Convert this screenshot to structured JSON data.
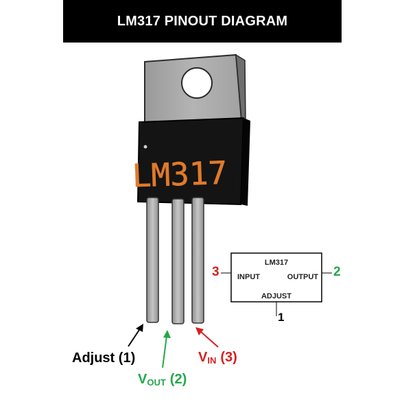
{
  "title": "LM317 PINOUT DIAGRAM",
  "chip": {
    "marking": "LM317",
    "marking_color": "#e07a2a",
    "body_color": "#141414",
    "tab_color": "#a8a8a8"
  },
  "pins": {
    "adjust": {
      "name": "Adjust",
      "number": "(1)",
      "color": "#000000"
    },
    "vout": {
      "symbol": "V",
      "subscript": "OUT",
      "number": "(2)",
      "color": "#22a84a"
    },
    "vin": {
      "symbol": "V",
      "subscript": "IN",
      "number": "(3)",
      "color": "#d62020"
    }
  },
  "schematic": {
    "part": "LM317",
    "input_label": "INPUT",
    "output_label": "OUTPUT",
    "adjust_label": "ADJUST",
    "pin_input": "3",
    "pin_output": "2",
    "pin_adjust": "1"
  }
}
